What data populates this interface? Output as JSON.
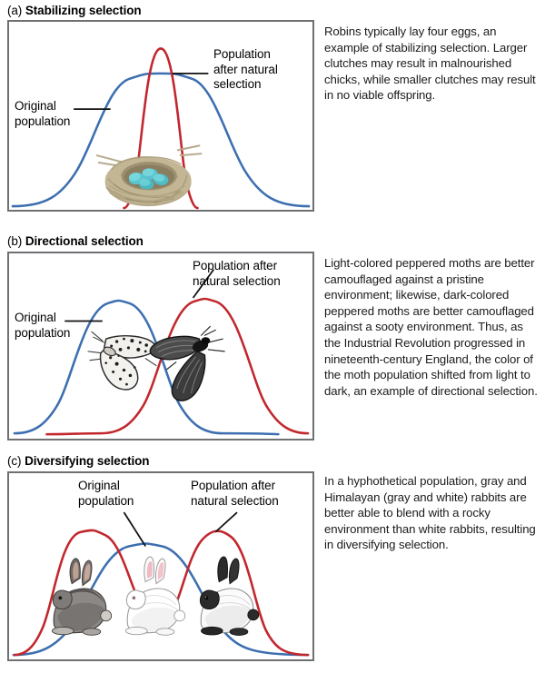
{
  "figure": {
    "title_sr": "Three modes of natural selection",
    "colors": {
      "original_population_curve": "#3d6fb0",
      "after_selection_curve": "#c1272d",
      "panel_border": "#6e7073",
      "text": "#1a1a1a",
      "leader_line": "#111111"
    }
  },
  "panels": [
    {
      "id": "stabilizing",
      "tag": "(a)",
      "name": "Stabilizing selection",
      "labels": {
        "original": "Original\npopulation",
        "after": "Population\nafter natural\nselection"
      },
      "artwork": "robin-nest-with-four-eggs",
      "caption": "Robins typically lay four eggs, an example of stabilizing selection. Larger clutches may result in malnourished chicks, while smaller clutches may result in no viable offspring."
    },
    {
      "id": "directional",
      "tag": "(b)",
      "name": "Directional selection",
      "labels": {
        "original": "Original\npopulation",
        "after": "Population after\nnatural selection"
      },
      "artwork": "light-and-dark-peppered-moths",
      "caption": "Light-colored peppered moths are better camouflaged against a pristine environment; likewise, dark-colored peppered moths are better camouflaged against a sooty environment. Thus, as the Industrial Revolution progressed in nineteenth-century England, the color of the moth population shifted from light to dark, an example of directional selection."
    },
    {
      "id": "diversifying",
      "tag": "(c)",
      "name": "Diversifying selection",
      "labels": {
        "original": "Original\npopulation",
        "after": "Population after\nnatural selection"
      },
      "artwork": "gray-white-and-himalayan-rabbits",
      "caption": "In a hyphothetical population, gray and Himalayan (gray and white) rabbits are better able to blend with a rocky environment than white rabbits, resulting in diversifying selection."
    }
  ],
  "chart_data": [
    {
      "type": "line",
      "title": "(a) Stabilizing selection",
      "xlabel": "",
      "ylabel": "",
      "xlim": [
        0,
        100
      ],
      "ylim": [
        0,
        1
      ],
      "grid": false,
      "legend": [
        "Original population",
        "Population after natural selection"
      ],
      "legend_position": "in-plot-annotations",
      "series": [
        {
          "name": "Original population",
          "color": "#3d6fb0",
          "distribution": "normal",
          "mean": 50,
          "sd": 17,
          "peak": 0.72
        },
        {
          "name": "Population after natural selection",
          "color": "#c1272d",
          "distribution": "normal",
          "mean": 50,
          "sd": 7.5,
          "peak": 1.0
        }
      ]
    },
    {
      "type": "line",
      "title": "(b) Directional selection",
      "xlabel": "",
      "ylabel": "",
      "xlim": [
        0,
        100
      ],
      "ylim": [
        0,
        1
      ],
      "grid": false,
      "legend": [
        "Original population",
        "Population after natural selection"
      ],
      "legend_position": "in-plot-annotations",
      "series": [
        {
          "name": "Original population",
          "color": "#3d6fb0",
          "distribution": "normal",
          "mean": 36,
          "sd": 13,
          "peak": 0.92
        },
        {
          "name": "Population after natural selection",
          "color": "#c1272d",
          "distribution": "normal",
          "mean": 64,
          "sd": 13,
          "peak": 0.92
        }
      ]
    },
    {
      "type": "line",
      "title": "(c) Diversifying selection",
      "xlabel": "",
      "ylabel": "",
      "xlim": [
        0,
        100
      ],
      "ylim": [
        0,
        1
      ],
      "grid": false,
      "legend": [
        "Original population",
        "Population after natural selection"
      ],
      "legend_position": "in-plot-annotations",
      "series": [
        {
          "name": "Original population",
          "color": "#3d6fb0",
          "distribution": "normal",
          "mean": 50,
          "sd": 15,
          "peak": 0.82
        },
        {
          "name": "Population after natural selection",
          "color": "#c1272d",
          "distribution": "bimodal",
          "modes": [
            {
              "mean": 23,
              "sd": 9,
              "peak": 0.95
            },
            {
              "mean": 77,
              "sd": 9,
              "peak": 0.95
            }
          ]
        }
      ]
    }
  ]
}
